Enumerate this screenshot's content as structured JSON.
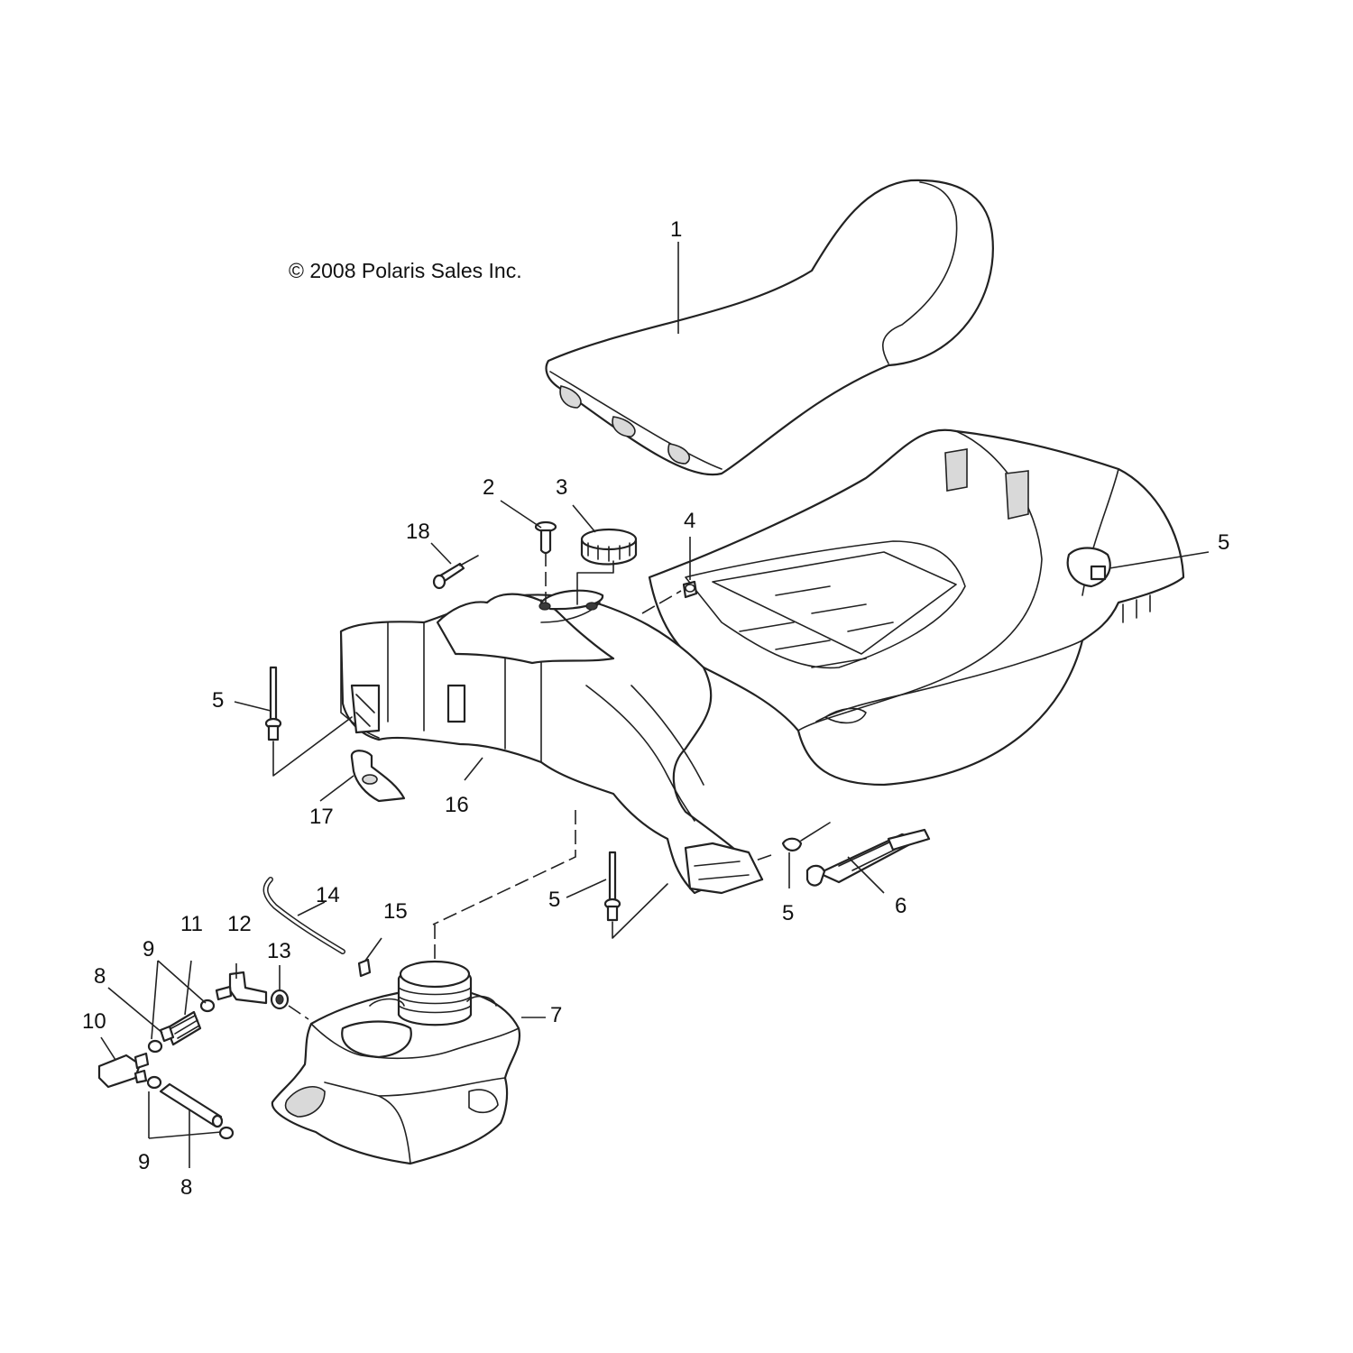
{
  "copyright": "© 2008 Polaris Sales Inc.",
  "callouts": {
    "c1": "1",
    "c2": "2",
    "c3": "3",
    "c4": "4",
    "c5a": "5",
    "c5b": "5",
    "c5c": "5",
    "c5d": "5",
    "c6": "6",
    "c7": "7",
    "c8a": "8",
    "c8b": "8",
    "c9a": "9",
    "c9b": "9",
    "c10": "10",
    "c11": "11",
    "c12": "12",
    "c13": "13",
    "c14": "14",
    "c15": "15",
    "c16": "16",
    "c17": "17",
    "c18": "18"
  }
}
